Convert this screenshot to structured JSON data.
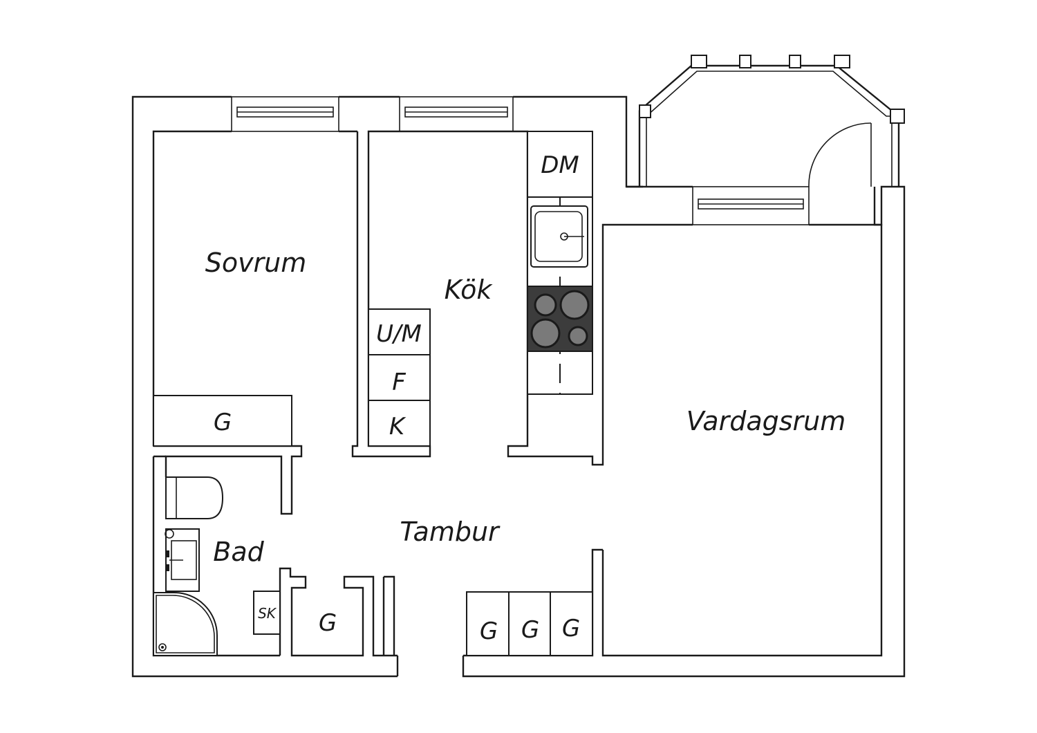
{
  "rooms": {
    "sovrum": "Sovrum",
    "kok": "Kök",
    "vardagsrum": "Vardagsrum",
    "tambur": "Tambur",
    "bad": "Bad"
  },
  "fixtures": {
    "dm": "DM",
    "um": "U/M",
    "f": "F",
    "k": "K",
    "sk": "SK",
    "g_sovrum": "G",
    "g_hall": "G",
    "g1": "G",
    "g2": "G",
    "g3": "G"
  },
  "icons": [
    "window-icon",
    "door-swing-icon",
    "sink-icon",
    "stove-icon",
    "toilet-icon",
    "shower-icon"
  ],
  "colors": {
    "line": "#1a1a1a",
    "stove": "#3c3c3c",
    "burner": "#7a7a7a"
  }
}
